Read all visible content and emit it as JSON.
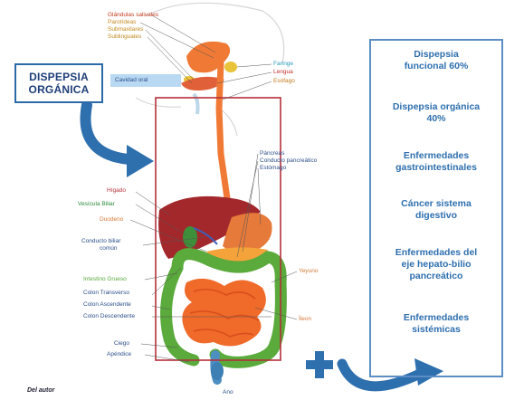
{
  "left_box": {
    "line1": "DISPEPSIA",
    "line2": "ORGÁNICA"
  },
  "oral_cavity_label": "Cavidad oral",
  "gland_labels": [
    "Glándulas salivales",
    "Parotídeas",
    "Submaxilares",
    "Sublinguales"
  ],
  "upper_right_labels": [
    "Faringe",
    "Lengua",
    "Esófago"
  ],
  "pancreas_labels": [
    "Páncreas",
    "Conducto pancreático",
    "Estómago"
  ],
  "left_labels": {
    "liver": "Hígado",
    "gallbladder": "Vesícula Biliar",
    "duodenum": "Duodeno",
    "bile_duct_1": "Conducto biliar",
    "bile_duct_2": "común",
    "large_intestine": "Intestino Grueso",
    "colon_transverse": "Colon Transverso",
    "colon_ascending": "Colon Ascendente",
    "colon_descending": "Colon Descendente",
    "cecum": "Ciego",
    "appendix": "Apéndice"
  },
  "right_labels": {
    "jejunum": "Yeyuno",
    "ileum": "Íleon"
  },
  "anus_label": "Ano",
  "author": "Del autor",
  "panel_items": [
    {
      "line1": "Dispepsia",
      "line2": "funcional   60%"
    },
    {
      "line1": "Dispepsia orgánica",
      "line2": "40%"
    },
    {
      "line1": "Enfermedades",
      "line2": "gastrointestinales"
    },
    {
      "line1": "Cáncer sistema",
      "line2": "digestivo"
    },
    {
      "line1": "Enfermedades del",
      "line2": "eje hepato-bilio",
      "line3": "pancreático"
    },
    {
      "line1": "Enfermedades",
      "line2": "sistémicas"
    }
  ],
  "colors": {
    "accent_blue": "#2e6fae",
    "highlight_box": "#b5303a",
    "liver": "#a3282c",
    "stomach": "#e57a3a",
    "colon": "#5aaa3c",
    "small_intestine": "#f06a2a"
  }
}
